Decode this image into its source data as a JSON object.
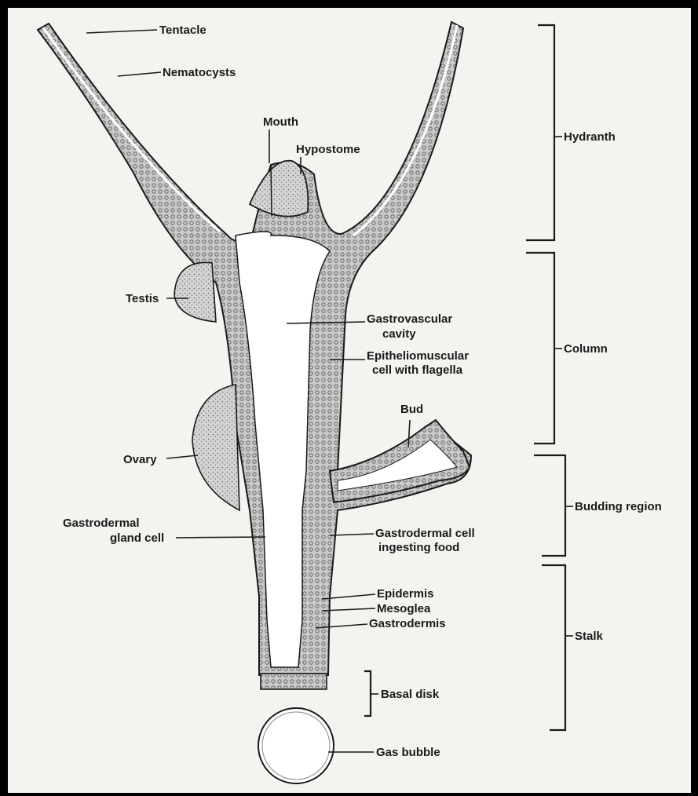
{
  "labels": {
    "tentacle": "Tentacle",
    "nematocysts": "Nematocysts",
    "mouth": "Mouth",
    "hypostome": "Hypostome",
    "testis": "Testis",
    "gastrovascular_cavity": [
      "Gastrovascular",
      "cavity"
    ],
    "epitheliomuscular_cell": [
      "Epitheliomuscular",
      "cell with flagella"
    ],
    "bud": "Bud",
    "ovary": "Ovary",
    "gastrodermal_gland_cell": [
      "Gastrodermal",
      "gland cell"
    ],
    "gastrodermal_cell_ingesting": [
      "Gastrodermal cell",
      "ingesting food"
    ],
    "epidermis": "Epidermis",
    "mesoglea": "Mesoglea",
    "gastrodermis": "Gastrodermis",
    "basal_disk": "Basal disk",
    "gas_bubble": "Gas bubble"
  },
  "regions": {
    "hydranth": "Hydranth",
    "column": "Column",
    "budding_region": "Budding region",
    "stalk": "Stalk"
  },
  "colors": {
    "paper": "#f4f3f0",
    "frame": "#000000",
    "ink": "#1a1a1a",
    "tissue": "#bdbdbd",
    "tissue_dark": "#8c8c8c",
    "cavity": "#ffffff"
  }
}
